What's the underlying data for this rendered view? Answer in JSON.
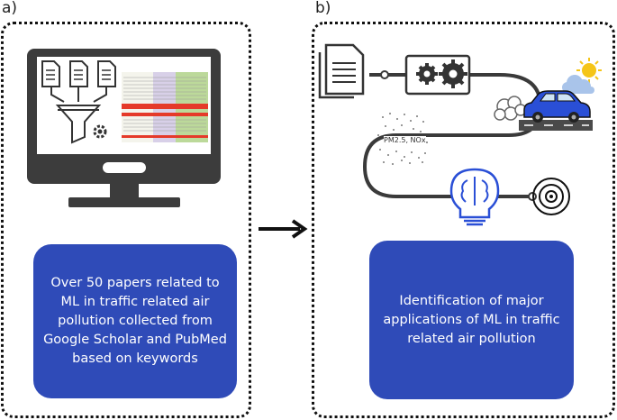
{
  "panel_a": {
    "label": "a)",
    "description": "Over 50 papers related to ML in traffic related air pollution collected from Google Scholar and PubMed based on keywords"
  },
  "panel_b": {
    "label": "b)",
    "description": "Identification of major applications of ML in traffic related air pollution",
    "pollutant_text": "PM2.5, NOx"
  },
  "colors": {
    "box_blue": "#2f4bb8",
    "monitor_dark": "#3c3c3c",
    "car_blue": "#2a4fd6",
    "sun_yellow": "#f5c518"
  },
  "icons": [
    "document-icon",
    "funnel-icon",
    "gear-icon",
    "monitor-icon",
    "arrow-right-icon",
    "car-icon",
    "cloud-sun-icon",
    "smoke-icon",
    "brain-bulb-icon",
    "target-icon"
  ]
}
